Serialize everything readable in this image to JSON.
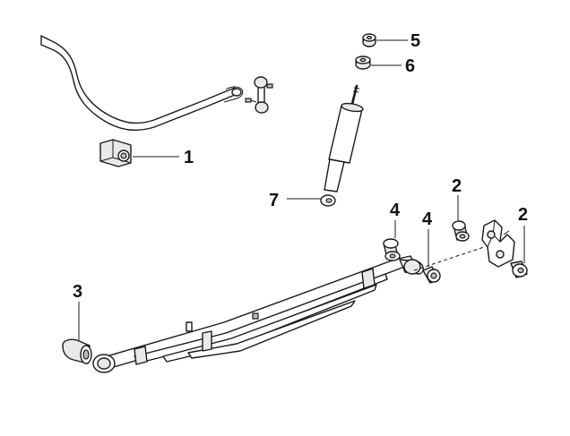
{
  "callouts": {
    "c1": "1",
    "c2a": "2",
    "c2b": "2",
    "c3": "3",
    "c4a": "4",
    "c4b": "4",
    "c5": "5",
    "c6": "6",
    "c7": "7"
  }
}
